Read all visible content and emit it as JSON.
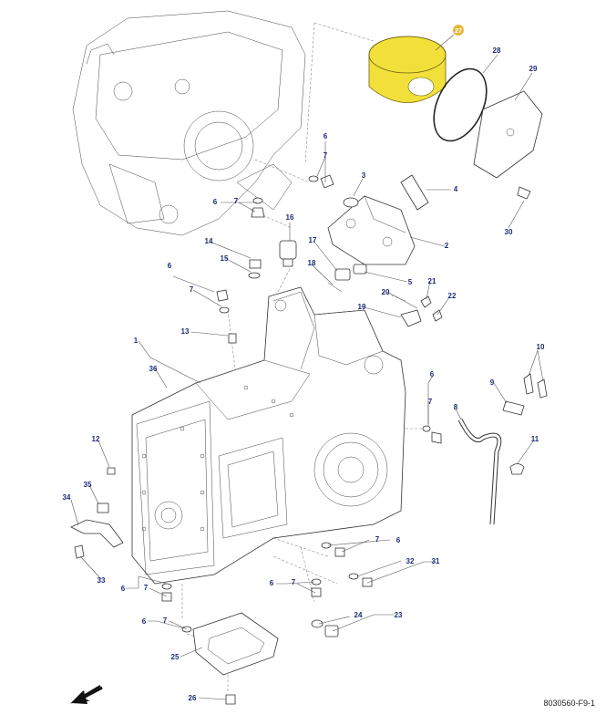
{
  "drawing_ref": "8030560-F9-1",
  "highlight_color": "#e5b73b",
  "highlight_label": "27",
  "callouts": [
    "1",
    "2",
    "3",
    "4",
    "5",
    "6",
    "7",
    "8",
    "9",
    "10",
    "11",
    "12",
    "13",
    "14",
    "15",
    "16",
    "17",
    "18",
    "19",
    "20",
    "21",
    "22",
    "23",
    "24",
    "25",
    "26",
    "28",
    "29",
    "30",
    "31",
    "32",
    "33",
    "34",
    "35",
    "36"
  ],
  "repeat_labels": {
    "six": "6",
    "seven": "7"
  }
}
